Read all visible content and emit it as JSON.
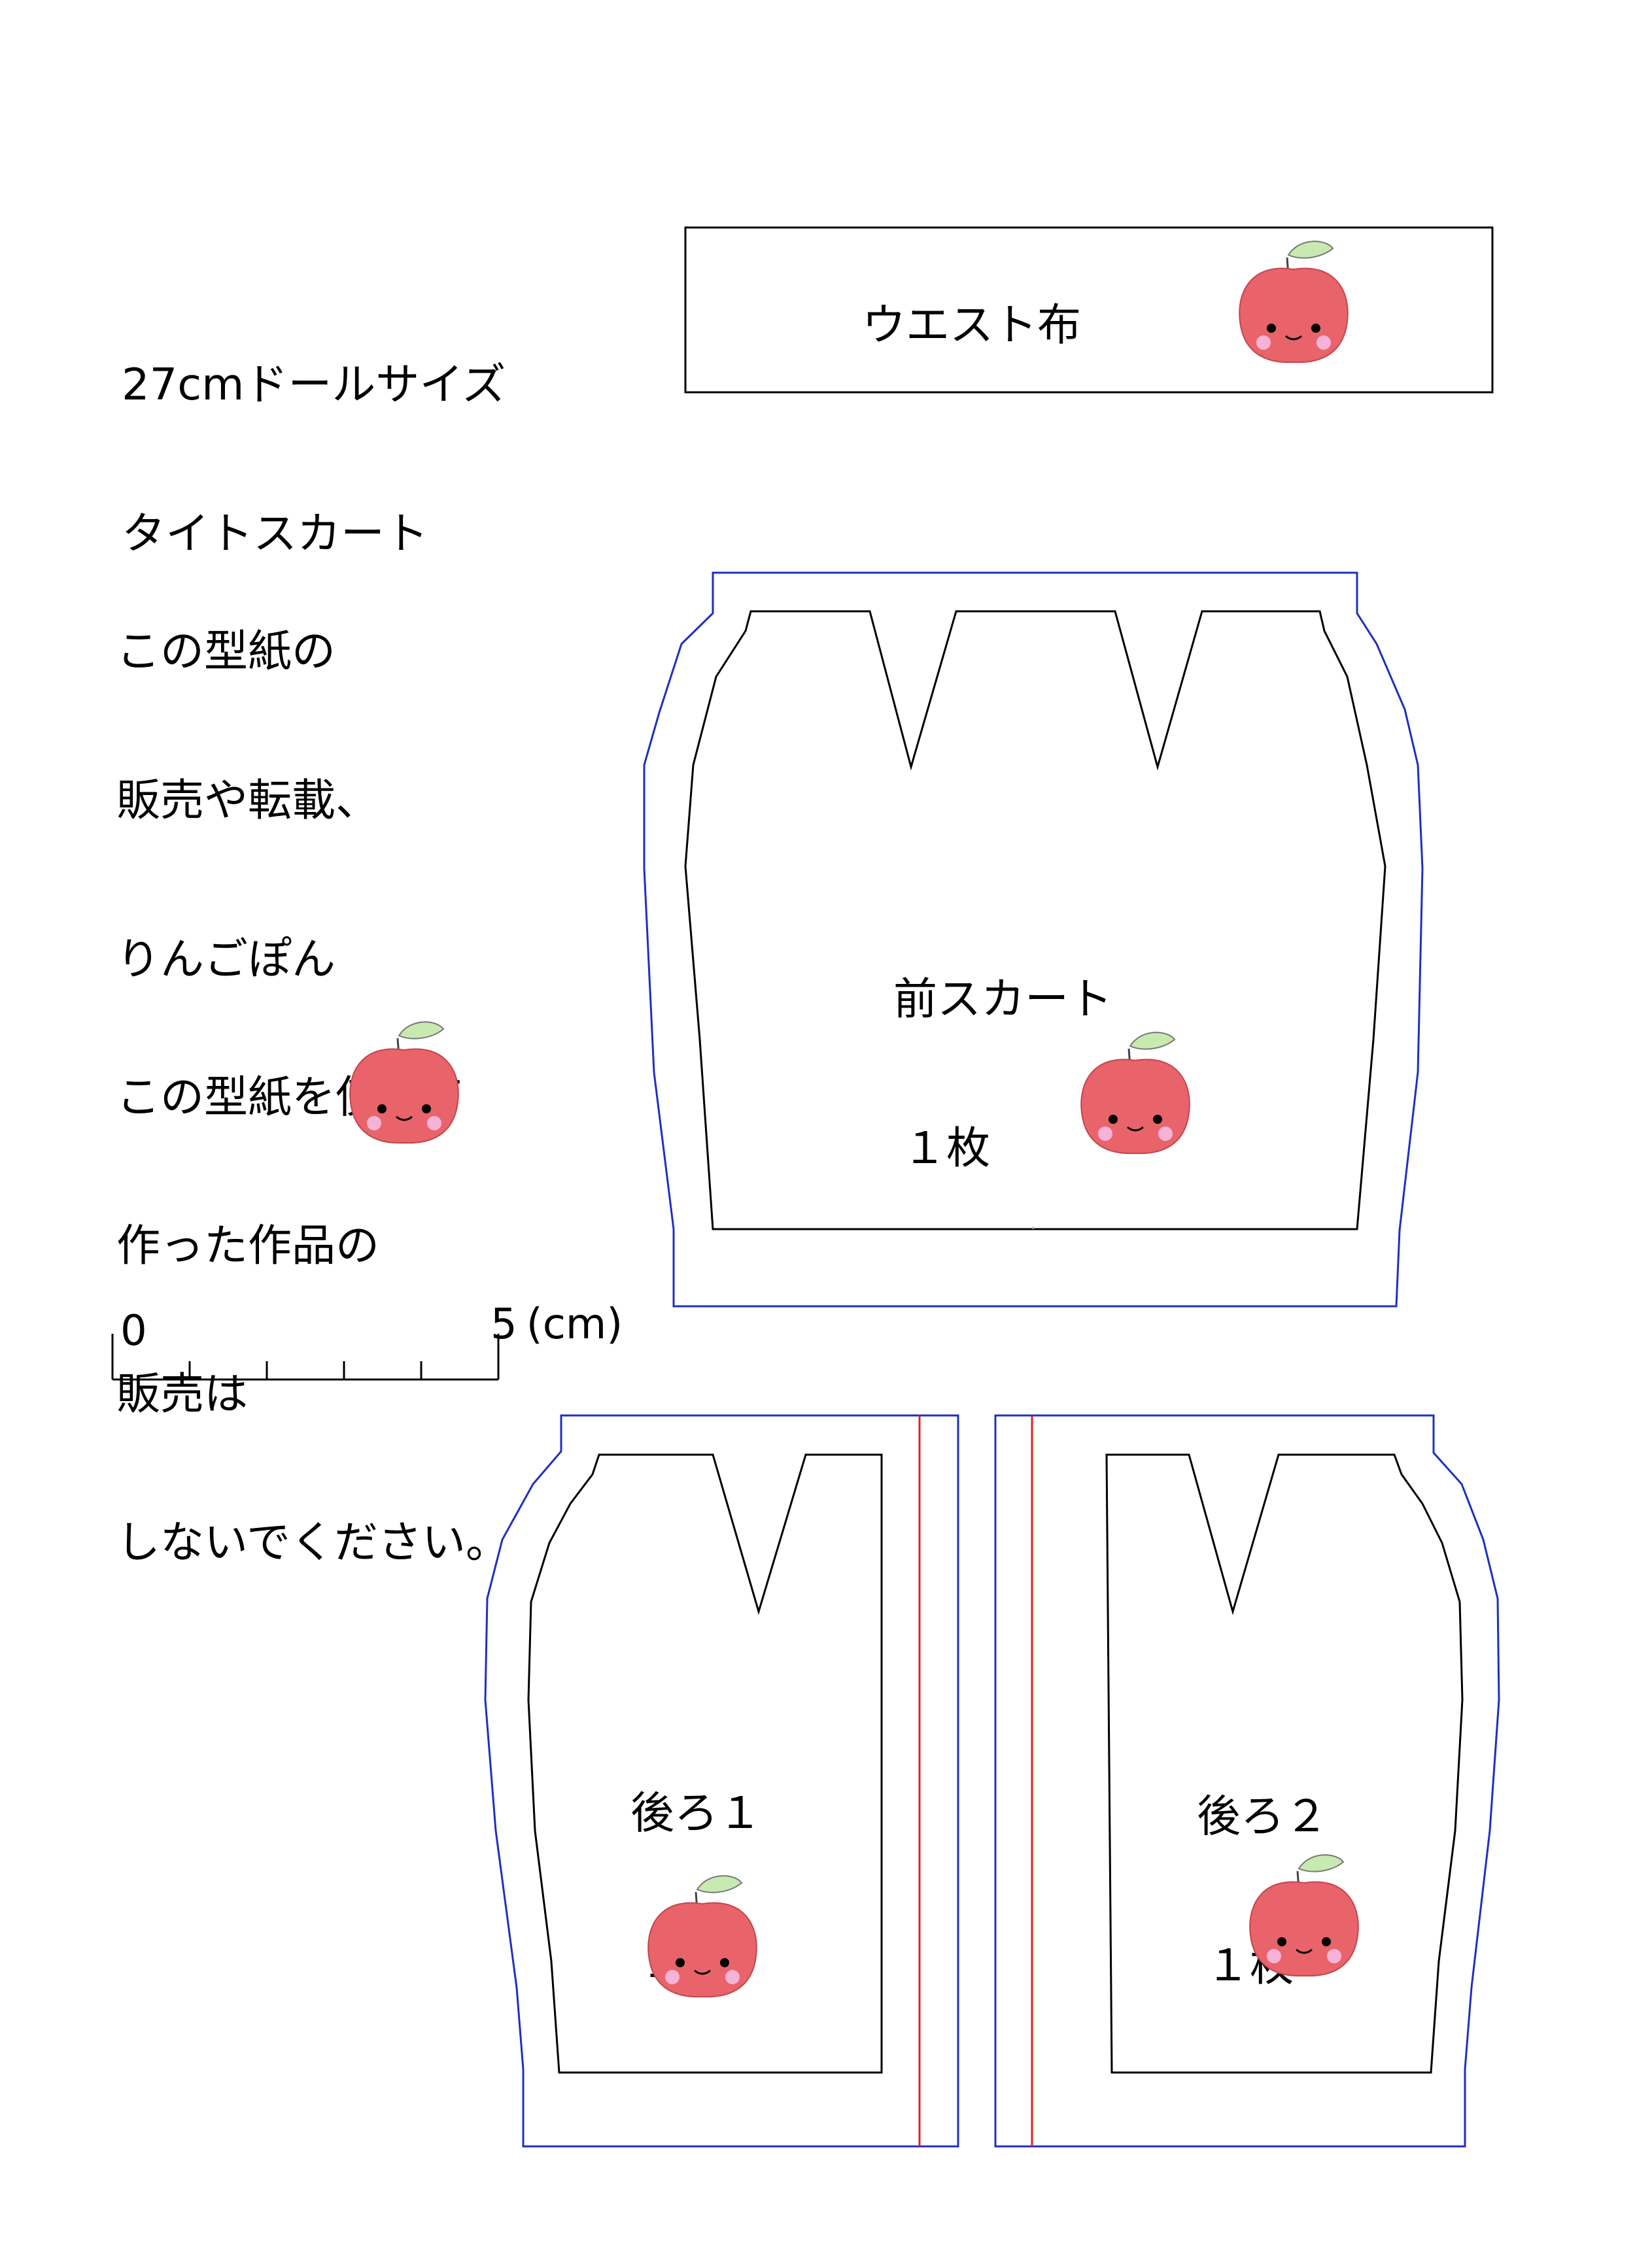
{
  "title": {
    "line1": "27cmドールサイズ",
    "line2": "タイトスカート"
  },
  "notice": {
    "lines": [
      "この型紙の",
      "販売や転載、",
      "",
      "この型紙を使って",
      "作った作品の",
      "販売は",
      "しないでください。"
    ]
  },
  "author": "りんごぽん",
  "pieces": {
    "waist": {
      "label": "ウエスト布"
    },
    "front": {
      "label": "前スカート",
      "count": "１枚"
    },
    "back1": {
      "label": "後ろ１",
      "count": "１枚"
    },
    "back2": {
      "label": "後ろ２",
      "count": "１枚"
    }
  },
  "scale": {
    "start": "0",
    "end": "5",
    "unit": "(cm)"
  },
  "colors": {
    "seam_allowance": "#1f2fbf",
    "cut_line": "#000000",
    "center_line": "#e02020",
    "apple": "#e8646a",
    "leaf": "#c8eab0"
  },
  "icons": [
    "apple-icon"
  ]
}
